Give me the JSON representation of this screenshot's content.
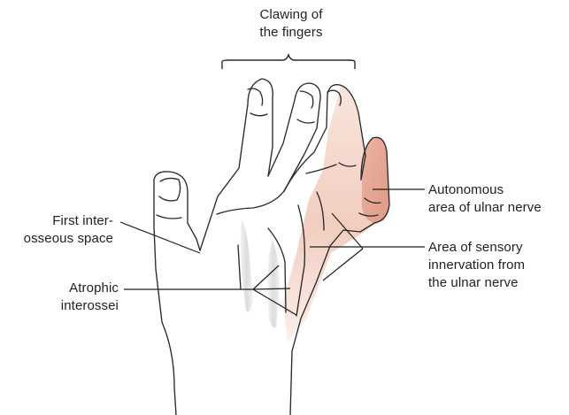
{
  "labels": {
    "clawing": [
      "Clawing of",
      "the fingers"
    ],
    "first_interosseous": [
      "First inter-",
      "osseous space"
    ],
    "atrophic": [
      "Atrophic",
      "interossei"
    ],
    "autonomous": [
      "Autonomous",
      "area of ulnar nerve"
    ],
    "sensory": [
      "Area of sensory",
      "innervation from",
      "the ulnar nerve"
    ]
  },
  "colors": {
    "outline": "#2a2a2a",
    "leader": "#1f1f1f",
    "sensory_area": "#efc7b8",
    "sensory_area_light": "#f5ded4",
    "autonomous_area": "#e8a996",
    "atrophy_shade": "#e5e5e5"
  }
}
